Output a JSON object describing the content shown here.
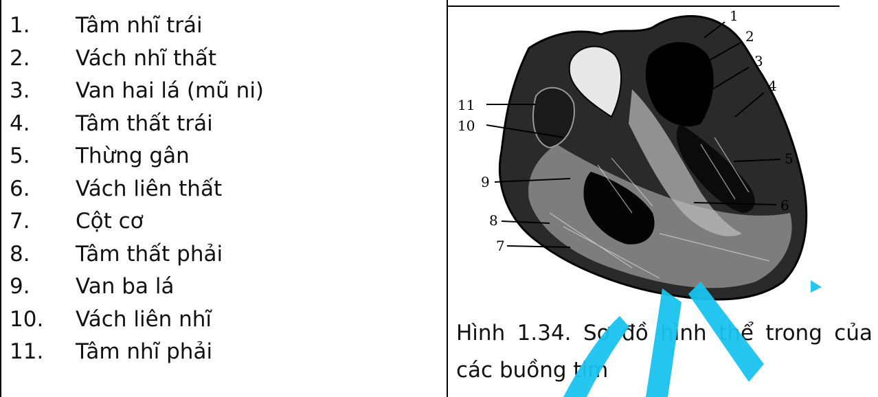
{
  "legend": {
    "items": [
      {
        "num": "1.",
        "label": "Tâm nhĩ trái"
      },
      {
        "num": "2.",
        "label": "Vách nhĩ thất"
      },
      {
        "num": "3.",
        "label": "Van hai lá (mũ ni)"
      },
      {
        "num": "4.",
        "label": "Tâm thất trái"
      },
      {
        "num": "5.",
        "label": "Thừng gân"
      },
      {
        "num": "6.",
        "label": "Vách liên thất"
      },
      {
        "num": "7.",
        "label": "Cột cơ"
      },
      {
        "num": "8.",
        "label": "Tâm thất phải"
      },
      {
        "num": "9.",
        "label": "Van ba lá"
      },
      {
        "num": "10.",
        "label": "Vách liên nhĩ"
      },
      {
        "num": "11.",
        "label": "Tâm nhĩ phải"
      }
    ]
  },
  "figure": {
    "labels": [
      "1",
      "2",
      "3",
      "4",
      "5",
      "6",
      "7",
      "8",
      "9",
      "10",
      "11"
    ]
  },
  "caption": "Hình 1.34. Sơ đồ hình thể trong của các buồng tim",
  "colors": {
    "watermark": "#19c3ef",
    "ink": "#111111"
  }
}
